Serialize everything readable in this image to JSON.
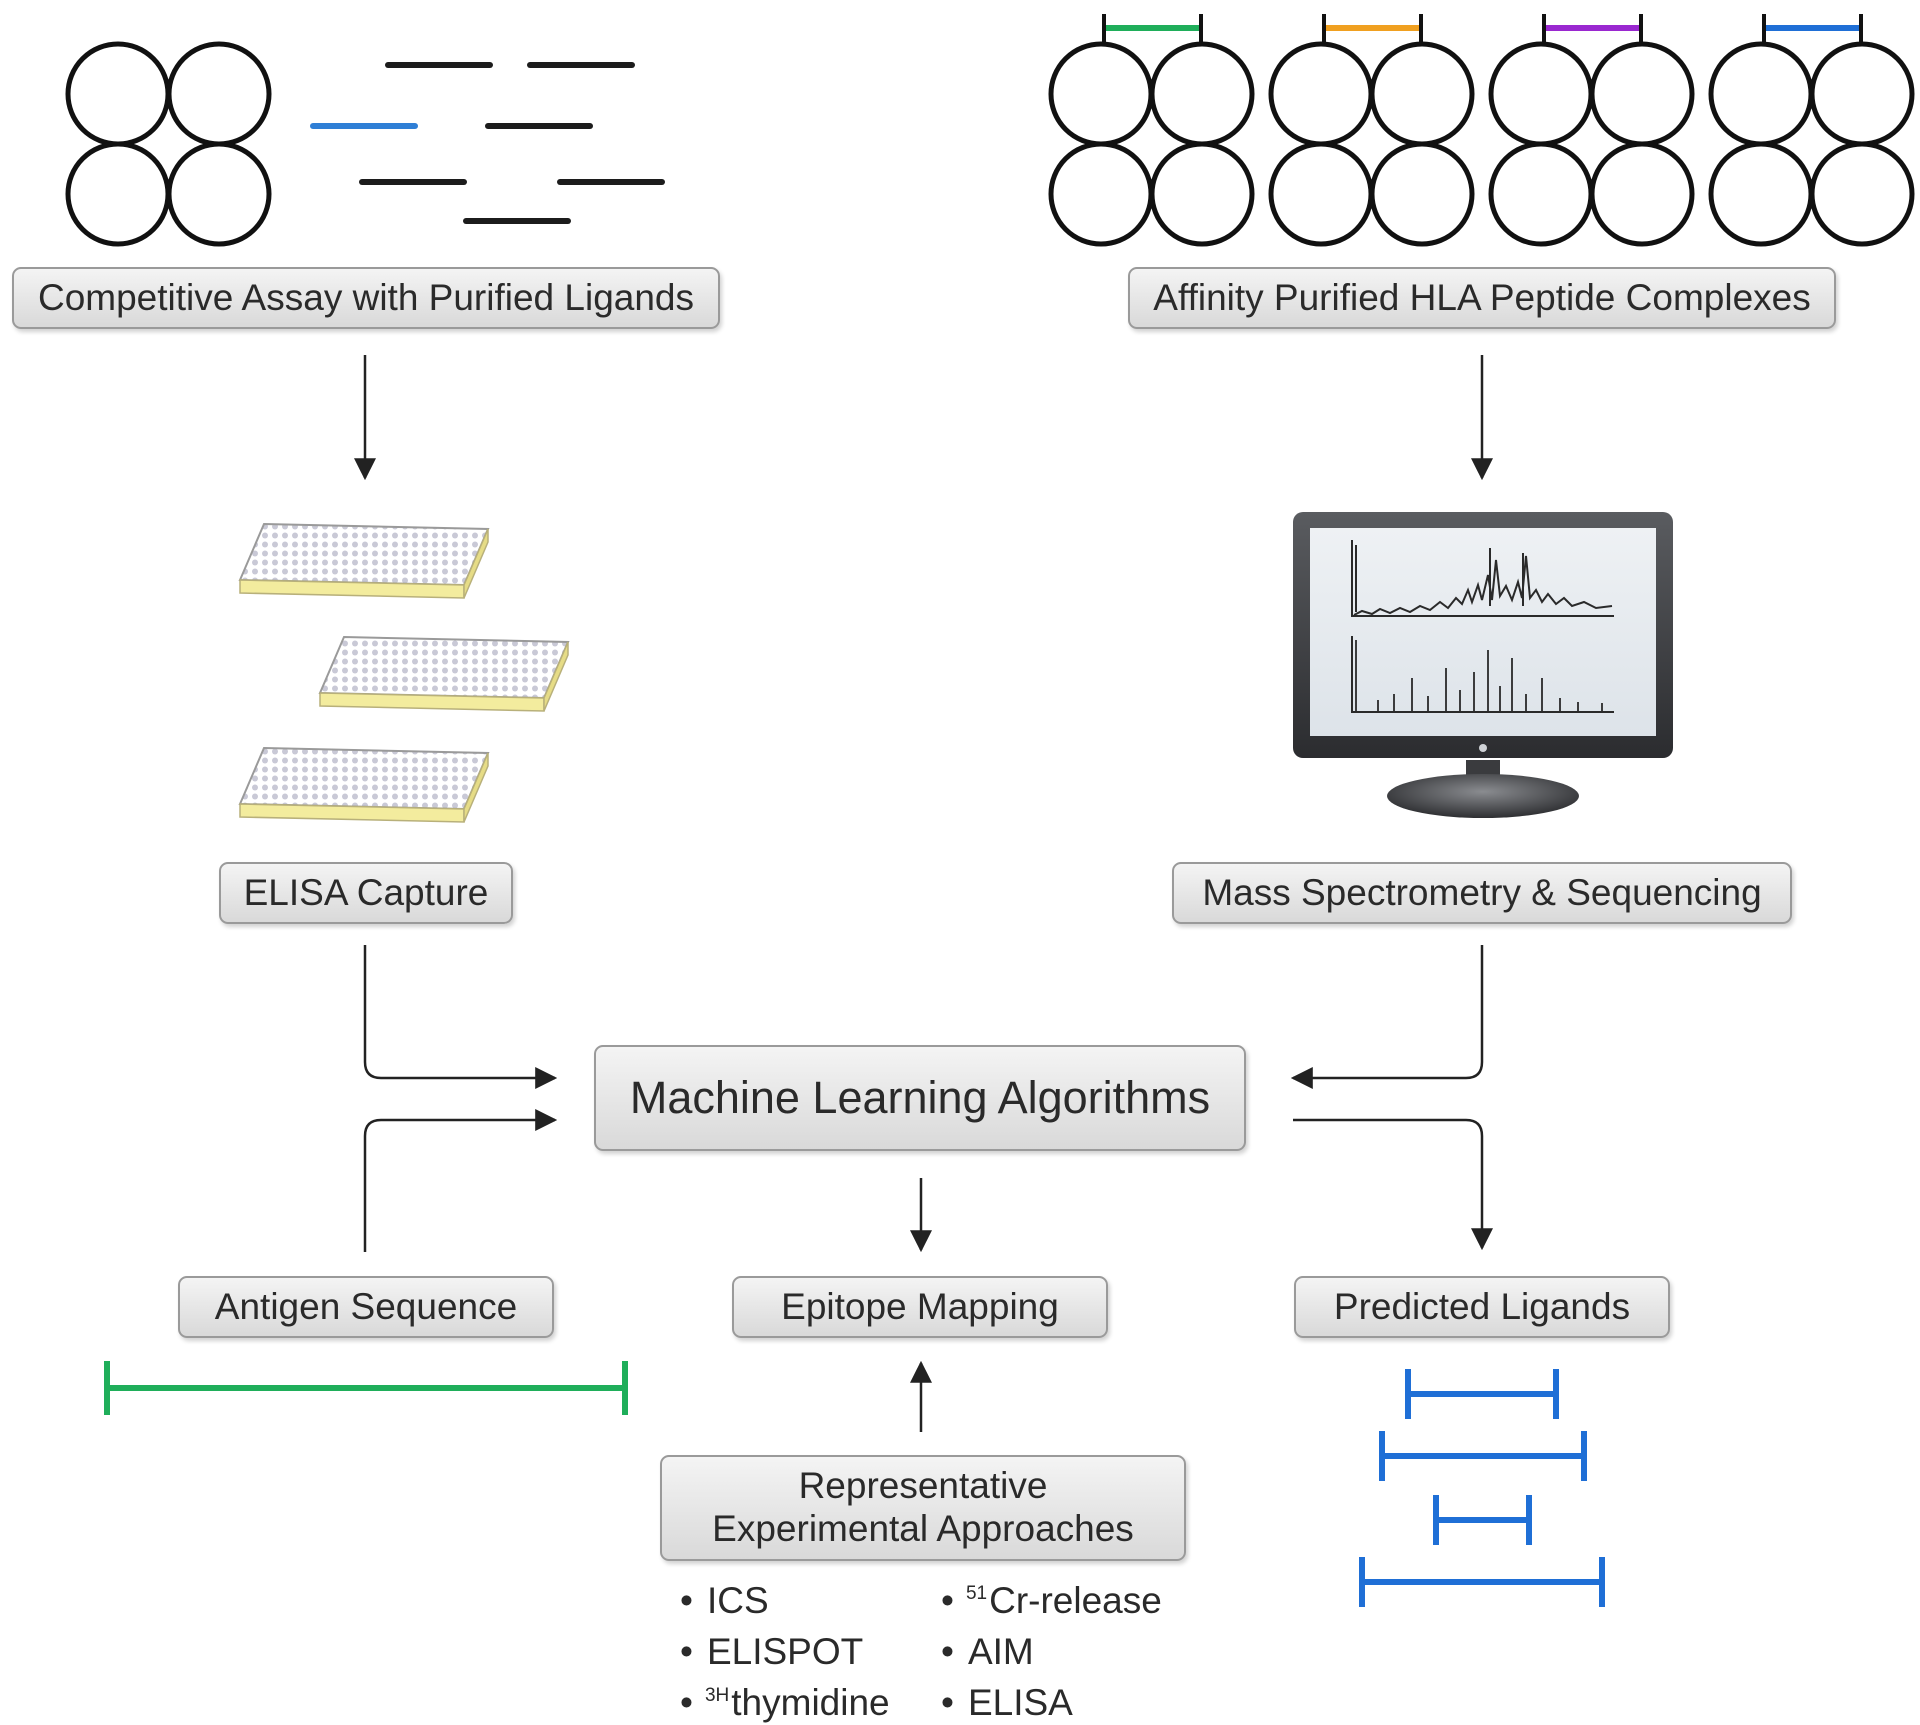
{
  "labels": {
    "competitive_assay": "Competitive Assay with Purified Ligands",
    "affinity_purified": "Affinity Purified HLA Peptide Complexes",
    "elisa_capture": "ELISA Capture",
    "mass_spec": "Mass Spectrometry & Sequencing",
    "machine_learning": "Machine Learning Algorithms",
    "antigen_sequence": "Antigen Sequence",
    "epitope_mapping": "Epitope Mapping",
    "predicted_ligands": "Predicted Ligands",
    "representative": "Representative Experimental Approaches"
  },
  "approaches": {
    "left": [
      {
        "sup": "",
        "text": "ICS"
      },
      {
        "sup": "",
        "text": "ELISPOT"
      },
      {
        "sup": "3H",
        "text": "thymidine"
      }
    ],
    "right": [
      {
        "sup": "51",
        "text": "Cr-release"
      },
      {
        "sup": "",
        "text": "AIM"
      },
      {
        "sup": "",
        "text": "ELISA"
      }
    ]
  },
  "colors": {
    "ligand_black": "#1c1c1c",
    "ligand_blue": "#2f7fd6",
    "green": "#1fae5a",
    "orange": "#f0a020",
    "purple": "#9a28d0",
    "blue": "#1f6fd6",
    "plate_yellow": "#f3ec9e"
  }
}
